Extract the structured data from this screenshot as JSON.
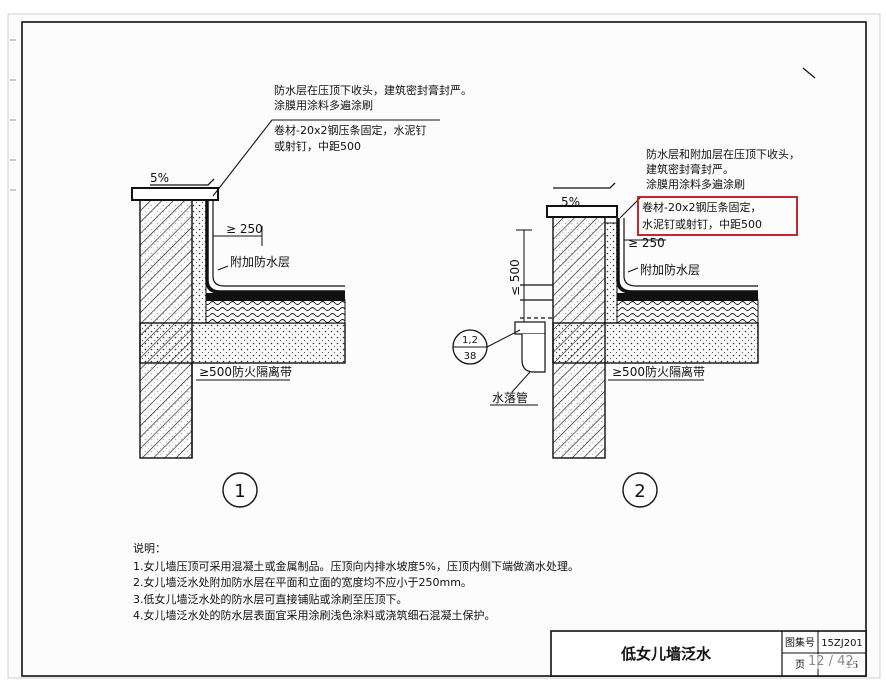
{
  "drawing": {
    "detail1": {
      "slope": "5%",
      "callout": [
        "防水层在压顶下收头，建筑密封膏封严。",
        "涂膜用涂料多遍涂刷",
        "卷材-20x2钢压条固定，水泥钉",
        "或射钉，中距500"
      ],
      "dim_upturn": "≥ 250",
      "extra_layer": "附加防水层",
      "fire_note": "≥500防火隔离带",
      "number": "1"
    },
    "detail2": {
      "slope": "5%",
      "callout": [
        "防水层和附加层在压顶下收头，",
        "建筑密封膏封严。",
        "涂膜用涂料多遍涂刷"
      ],
      "callout_highlight": [
        "卷材-20x2钢压条固定，",
        "水泥钉或射钉，中距500"
      ],
      "dim_upturn": "≥ 250",
      "dim_vertical": "≤ 500",
      "extra_layer": "附加防水层",
      "fire_note": "≥500防火隔离带",
      "downpipe": "水落管",
      "ref_top": "1,2",
      "ref_bottom": "38",
      "number": "2"
    },
    "notes": {
      "heading": "说明：",
      "items": [
        "1.女儿墙压顶可采用混凝土或金属制品。压顶向内排水坡度5%，压顶内侧下端做滴水处理。",
        "2.女儿墙泛水处附加防水层在平面和立面的宽度均不应小于250mm。",
        "3.低女儿墙泛水处的防水层可直接铺贴或涂刷至压顶下。",
        "4.女儿墙泛水处的防水层表面宜采用涂刷浅色涂料或浇筑细石混凝土保护。"
      ]
    },
    "title_block": {
      "title": "低女儿墙泛水",
      "atlas_label": "图集号",
      "atlas_value": "15ZJ201",
      "page_label": "页",
      "page_value": "15"
    }
  },
  "viewer": {
    "page_indicator": "12 / 42",
    "highlight_color": "#c1272d"
  }
}
